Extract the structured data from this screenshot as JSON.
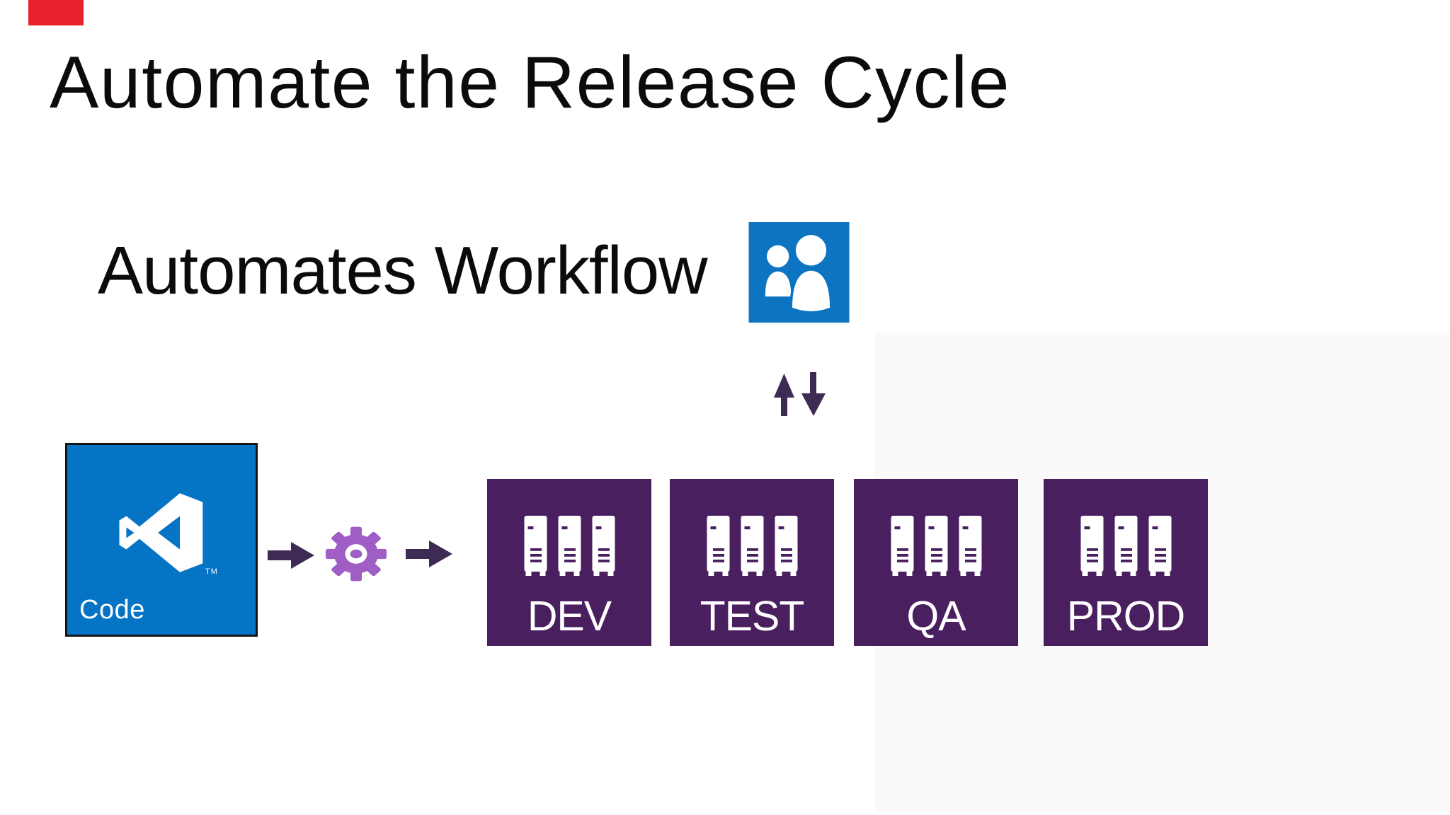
{
  "slide": {
    "title": "Automate the Release Cycle",
    "subtitle": "Automates Workflow"
  },
  "code_tile": {
    "label": "Code",
    "trademark": "TM",
    "icon": "visual-studio-logo",
    "tile_color": "#0674c5"
  },
  "workflow": {
    "people_icon": "team-users-icon",
    "people_icon_color": "#0d74c2",
    "sync_arrows_icon": "up-down-arrows",
    "arrow_color": "#3e2b54",
    "gear_icon": "automation-gear",
    "gear_color": "#9f5ec4"
  },
  "environments": {
    "tile_color": "#4a1f60",
    "server_icon": "server-rack-icon",
    "items": [
      {
        "label": "DEV"
      },
      {
        "label": "TEST"
      },
      {
        "label": "QA"
      },
      {
        "label": "PROD"
      }
    ]
  },
  "decorations": {
    "corner_marker_color": "#e8232d"
  }
}
